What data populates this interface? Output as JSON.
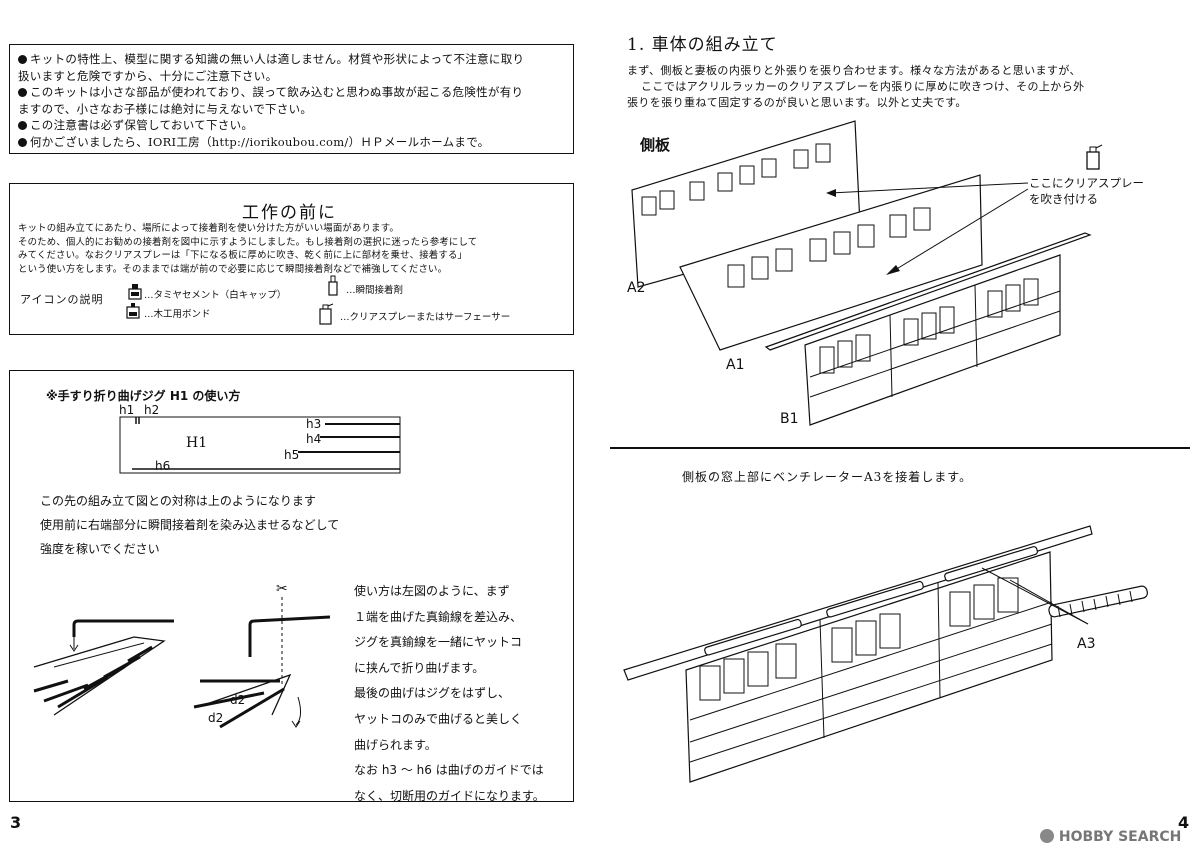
{
  "warning": {
    "lines": [
      "キットの特性上、模型に関する知識の無い人は適しません。材質や形状によって不注意に取り",
      "扱いますと危険ですから、十分にご注意下さい。",
      "このキットは小さな部品が使われており、誤って飲み込むと思わぬ事故が起こる危険性が有り",
      "ますので、小さなお子様には絶対に与えないで下さい。",
      "この注意書は必ず保管しておいて下さい。",
      "何かございましたら、IORI工房（http://iorikoubou.com/）ＨＰメールホームまで。"
    ]
  },
  "prep": {
    "title": "工作の前に",
    "lines": [
      "キットの組み立てにあたり、場所によって接着剤を使い分けた方がいい場面があります。",
      "そのため、個人的にお勧めの接着剤を図中に示すようにしました。もし接着剤の選択に迷ったら参考にして",
      "みてください。なおクリアスプレーは「下になる板に厚めに吹き、乾く前に上に部材を乗せ、接着する」",
      "という使い方をします。そのままでは端が前ので必要に応じて瞬間接着剤などで補強してください。"
    ],
    "icon_heading": "アイコンの説明",
    "icons": {
      "tamiya": "…タミヤセメント（白キャップ）",
      "wood": "…木工用ボンド",
      "instant": "…瞬間接着剤",
      "spray": "…クリアスプレーまたはサーフェーサー"
    }
  },
  "jig": {
    "title": "※手すり折り曲げジグ H1 の使い方",
    "labels": {
      "h1": "h1",
      "h2": "h2",
      "H1": "H1",
      "h3": "h3",
      "h4": "h4",
      "h5": "h5",
      "h6": "h6",
      "d2a": "d2",
      "d2b": "d2"
    },
    "body": [
      "この先の組み立て図との対称は上のようになります",
      "使用前に右端部分に瞬間接着剤を染み込ませるなどして",
      "強度を稼いでください"
    ],
    "howto": [
      "使い方は左図のように、まず",
      "１端を曲げた真鍮線を差込み、",
      "ジグを真鍮線を一緒にヤットコ",
      "に挟んで折り曲げます。",
      "最後の曲げはジグをはずし、",
      "ヤットコのみで曲げると美しく",
      "曲げられます。",
      "なお h3 ～ h6 は曲げのガイドでは",
      "なく、切断用のガイドになります。"
    ]
  },
  "page_left": "3",
  "page_right": "4",
  "section1": {
    "title": "1. 車体の組み立て",
    "lines": [
      "まず、側板と妻板の内張りと外張りを張り合わせます。様々な方法があると思いますが、",
      "ここではアクリルラッカーのクリアスプレーを内張りに厚めに吹きつけ、その上から外",
      "張りを張り重ねて固定するのが良いと思います。以外と丈夫です。"
    ],
    "diagram_title": "側板",
    "callout": [
      "ここにクリアスプレー",
      "を吹き付ける"
    ],
    "parts": {
      "A2": "A2",
      "A1": "A1",
      "B1": "B1"
    }
  },
  "section2": {
    "text": "側板の窓上部にベンチレーターA3を接着します。",
    "part": "A3"
  },
  "watermark": "HOBBY SEARCH"
}
